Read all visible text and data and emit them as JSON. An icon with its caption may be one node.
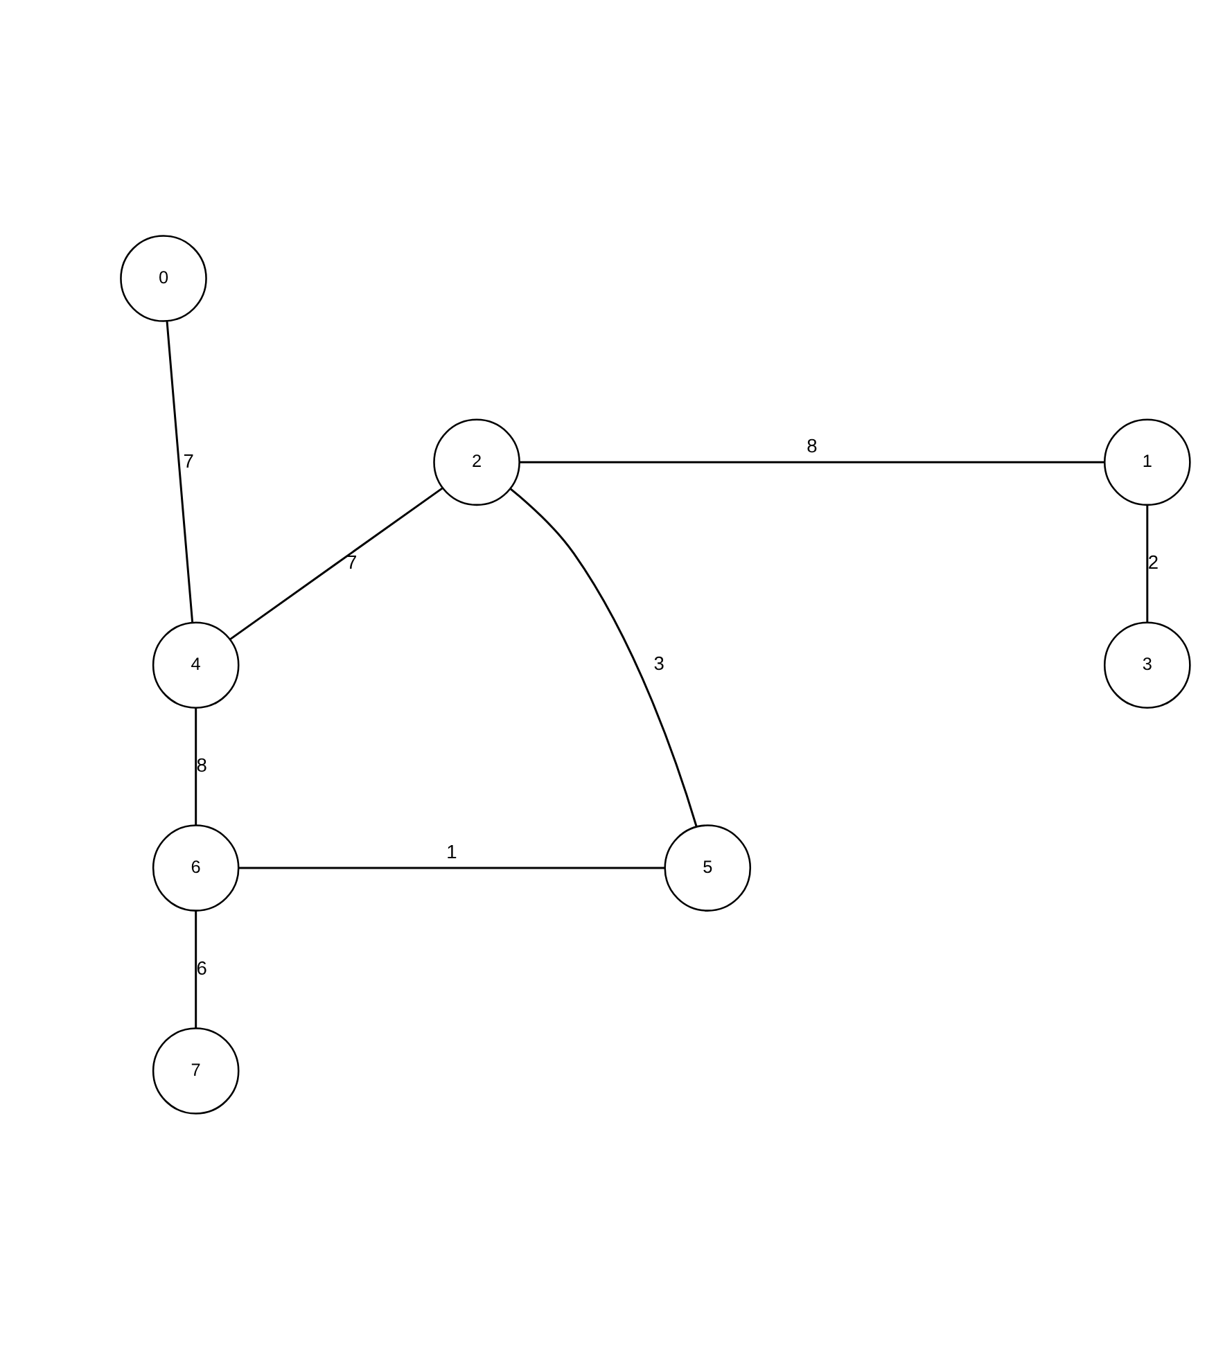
{
  "diagram": {
    "nodes": [
      {
        "text": [
          "0"
        ]
      },
      {
        "text": [
          "1"
        ]
      },
      {
        "text": [
          "2"
        ]
      },
      {
        "text": [
          "3"
        ]
      },
      {
        "text": [
          "4"
        ]
      },
      {
        "text": [
          "5"
        ]
      },
      {
        "text": [
          "6"
        ]
      },
      {
        "text": [
          "7"
        ]
      }
    ],
    "edges": [
      {
        "from": 0,
        "to": 4,
        "arrow": "none",
        "label": "7"
      },
      {
        "from": 1,
        "to": 2,
        "arrow": "none",
        "label": "8"
      },
      {
        "from": 1,
        "to": 3,
        "arrow": "none",
        "label": "2"
      },
      {
        "from": 2,
        "to": 4,
        "arrow": "none",
        "label": "7"
      },
      {
        "from": 2,
        "to": 5,
        "arrow": "none",
        "label": "3"
      },
      {
        "from": 4,
        "to": 6,
        "arrow": "none",
        "label": "8"
      },
      {
        "from": 5,
        "to": 6,
        "arrow": "none",
        "label": "1"
      },
      {
        "from": 6,
        "to": 7,
        "arrow": "none",
        "label": "6"
      }
    ]
  }
}
